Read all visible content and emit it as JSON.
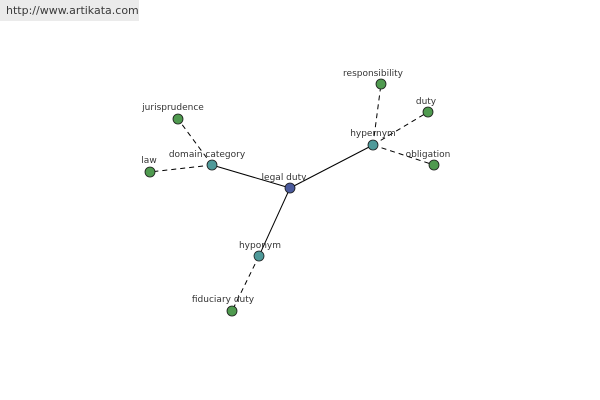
{
  "watermark": {
    "url": "http://www.artikata.com"
  },
  "colors": {
    "center": "#4a5a9c",
    "relation": "#4f9a9a",
    "leaf": "#4f9a4f",
    "edge": "#000000"
  },
  "graph": {
    "nodes": [
      {
        "id": "legal-duty",
        "label": "legal duty",
        "kind": "center"
      },
      {
        "id": "domain-category",
        "label": "domain category",
        "kind": "relation"
      },
      {
        "id": "hypernym",
        "label": "hypernym",
        "kind": "relation"
      },
      {
        "id": "hyponym",
        "label": "hyponym",
        "kind": "relation"
      },
      {
        "id": "jurisprudence",
        "label": "jurisprudence",
        "kind": "leaf"
      },
      {
        "id": "law",
        "label": "law",
        "kind": "leaf"
      },
      {
        "id": "responsibility",
        "label": "responsibility",
        "kind": "leaf"
      },
      {
        "id": "duty",
        "label": "duty",
        "kind": "leaf"
      },
      {
        "id": "obligation",
        "label": "obligation",
        "kind": "leaf"
      },
      {
        "id": "fiduciary-duty",
        "label": "fiduciary duty",
        "kind": "leaf"
      }
    ],
    "edges": [
      {
        "from": "legal-duty",
        "to": "domain-category",
        "style": "solid"
      },
      {
        "from": "legal-duty",
        "to": "hypernym",
        "style": "solid"
      },
      {
        "from": "legal-duty",
        "to": "hyponym",
        "style": "solid"
      },
      {
        "from": "domain-category",
        "to": "jurisprudence",
        "style": "dashed"
      },
      {
        "from": "domain-category",
        "to": "law",
        "style": "dashed"
      },
      {
        "from": "hypernym",
        "to": "responsibility",
        "style": "dashed"
      },
      {
        "from": "hypernym",
        "to": "duty",
        "style": "dashed"
      },
      {
        "from": "hypernym",
        "to": "obligation",
        "style": "dashed"
      },
      {
        "from": "hyponym",
        "to": "fiduciary-duty",
        "style": "dashed"
      }
    ]
  }
}
